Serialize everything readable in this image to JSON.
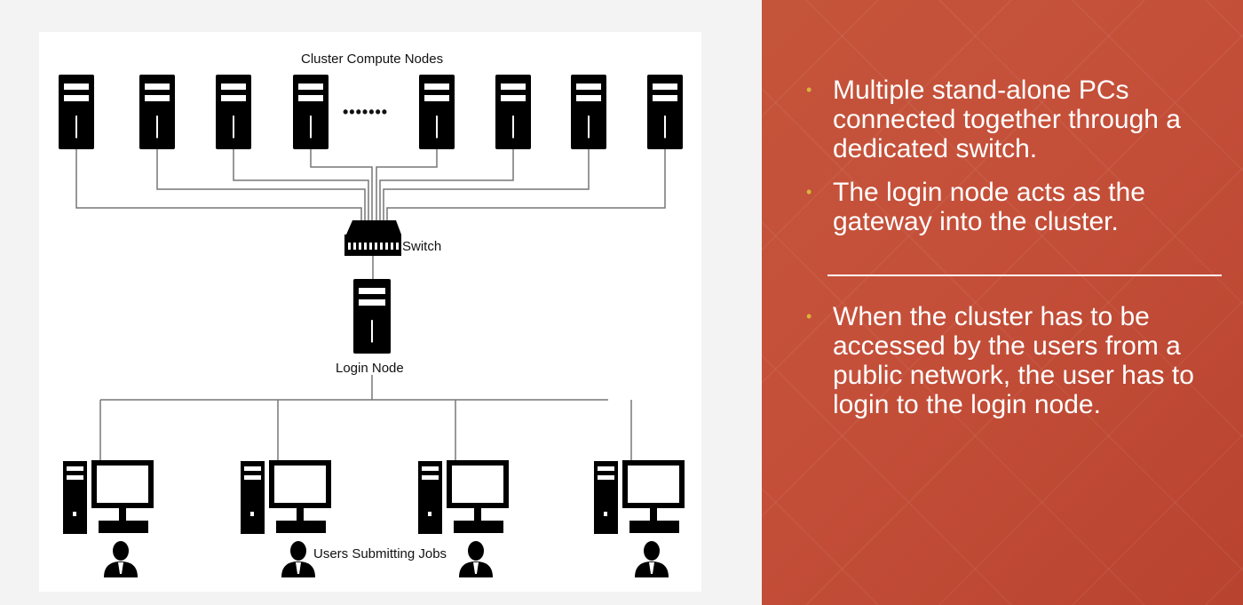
{
  "diagram": {
    "compute_nodes_label": "Cluster Compute Nodes",
    "ellipsis": "•••••••",
    "switch_label": "Switch",
    "login_label": "Login Node",
    "users_label": "Users Submitting Jobs"
  },
  "bullets_top": [
    "Multiple stand-alone PCs connected together through a dedicated switch.",
    "The login node acts as the gateway into the cluster."
  ],
  "bullets_bottom": [
    "When the cluster has to be accessed by the users from a public network, the user has to login to the login node."
  ],
  "colors": {
    "panel_accent": "#c4543a",
    "bullet": "#d9b53a",
    "text": "#ffffff"
  },
  "icons": {
    "server": "server-tower-icon",
    "switch": "network-switch-icon",
    "workstation": "desktop-computer-icon",
    "user": "user-person-icon",
    "bullet": "bullet-dot-icon"
  }
}
